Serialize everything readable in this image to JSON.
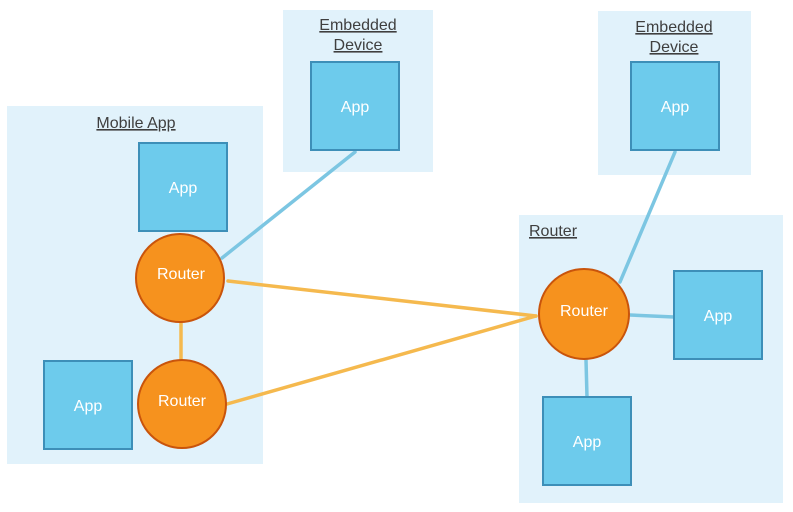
{
  "colors": {
    "zone_fill": "#e1f2fb",
    "app_fill": "#6dcbec",
    "app_stroke": "#3d8fb8",
    "router_fill": "#f6921e",
    "router_stroke": "#c9540b",
    "link_router": "#f5b94e",
    "link_app": "#7cc6e2",
    "title_text": "#3f3f3f",
    "node_text": "#ffffff"
  },
  "zones": {
    "mobile": {
      "title": "Mobile App"
    },
    "embedded_a": {
      "title_line1": "Embedded",
      "title_line2": "Device"
    },
    "embedded_b": {
      "title_line1": "Embedded",
      "title_line2": "Device"
    },
    "router_zone": {
      "title": "Router"
    }
  },
  "nodes": {
    "mobile_app_top": {
      "kind": "app",
      "label": "App"
    },
    "mobile_app_bottom": {
      "kind": "app",
      "label": "App"
    },
    "mobile_router_top": {
      "kind": "router",
      "label": "Router"
    },
    "mobile_router_bottom": {
      "kind": "router",
      "label": "Router"
    },
    "embedded_a_app": {
      "kind": "app",
      "label": "App"
    },
    "embedded_b_app": {
      "kind": "app",
      "label": "App"
    },
    "main_router": {
      "kind": "router",
      "label": "Router"
    },
    "main_app_right": {
      "kind": "app",
      "label": "App"
    },
    "main_app_bottom": {
      "kind": "app",
      "label": "App"
    }
  },
  "links": [
    {
      "from": "mobile_router_top",
      "to": "main_router",
      "kind": "router"
    },
    {
      "from": "mobile_router_bottom",
      "to": "main_router",
      "kind": "router"
    },
    {
      "from": "mobile_router_top",
      "to": "mobile_router_bottom",
      "kind": "router"
    },
    {
      "from": "mobile_router_top",
      "to": "embedded_a_app",
      "kind": "app"
    },
    {
      "from": "main_router",
      "to": "embedded_b_app",
      "kind": "app"
    },
    {
      "from": "main_router",
      "to": "main_app_right",
      "kind": "app"
    },
    {
      "from": "main_router",
      "to": "main_app_bottom",
      "kind": "app"
    }
  ]
}
